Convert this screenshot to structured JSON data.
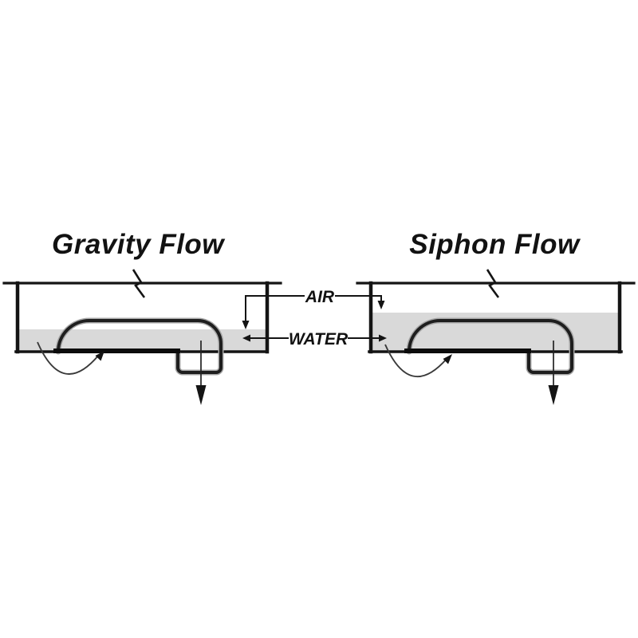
{
  "diagram": {
    "left": {
      "title": "Gravity Flow"
    },
    "right": {
      "title": "Siphon Flow"
    },
    "labels": {
      "air": "AIR",
      "water": "WATER"
    }
  },
  "colors": {
    "water_fill": "#d9d9d9",
    "line": "#141414",
    "background": "#ffffff"
  }
}
